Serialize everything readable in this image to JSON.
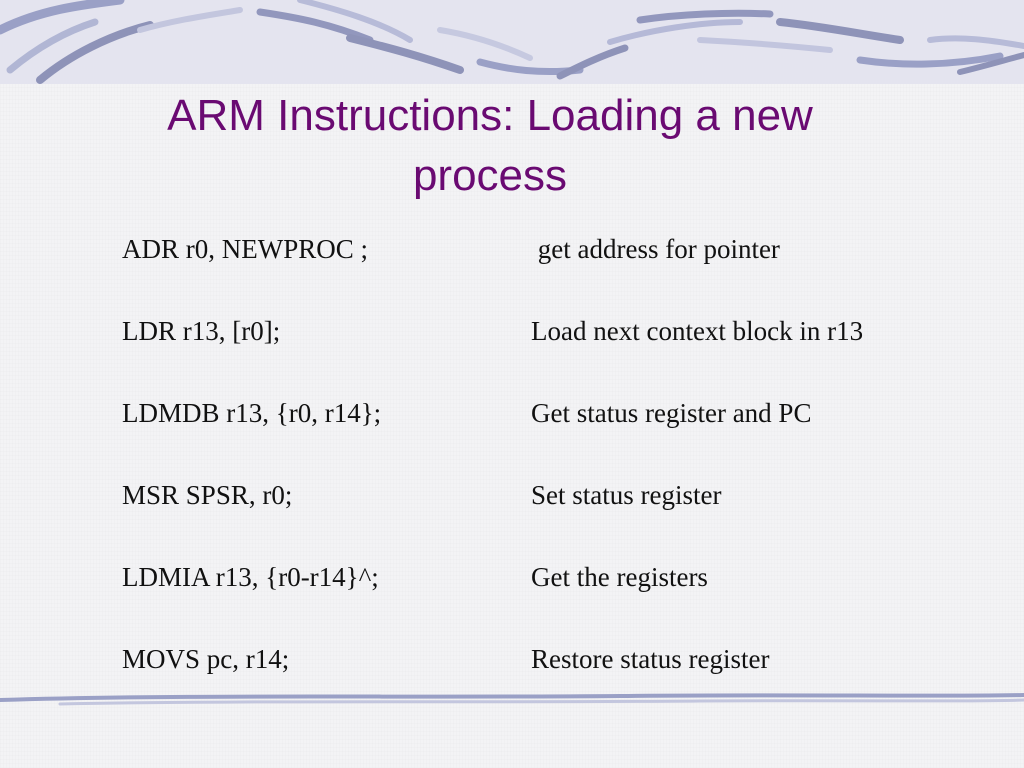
{
  "slide": {
    "title_line1": "ARM Instructions: Loading a new",
    "title_line2": "process",
    "rows": [
      {
        "instruction": "ADR r0, NEWPROC ;",
        "comment": " get address for pointer"
      },
      {
        "instruction": "LDR r13, [r0];",
        "comment": "Load next context block in r13"
      },
      {
        "instruction": "LDMDB r13, {r0, r14};",
        "comment": "Get status register and PC"
      },
      {
        "instruction": "MSR SPSR, r0;",
        "comment": "Set status register"
      },
      {
        "instruction": "LDMIA r13, {r0-r14}^;",
        "comment": "Get the registers"
      },
      {
        "instruction": "MOVS pc, r14;",
        "comment": "Restore status register"
      }
    ]
  },
  "colors": {
    "title": "#6a0a72",
    "body_text": "#111111",
    "band": "#e4e4ef",
    "swoosh": "#8e93b8"
  }
}
